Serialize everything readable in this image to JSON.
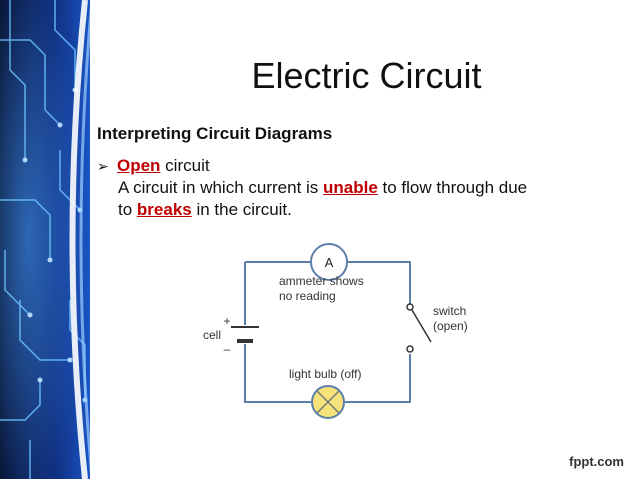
{
  "title": "Electric Circuit",
  "subtitle": "Interpreting Circuit Diagrams",
  "bullet": {
    "marker": "➢",
    "term": "Open",
    "term_rest": " circuit",
    "line1_pre": "A circuit in which current is ",
    "line1_em": "unable",
    "line1_post": " to flow through due",
    "line2_pre": "to ",
    "line2_em": "breaks",
    "line2_post": " in the circuit."
  },
  "diagram": {
    "ammeter_symbol": "A",
    "ammeter_label_1": "ammeter shows",
    "ammeter_label_2": "no reading",
    "switch_label_1": "switch",
    "switch_label_2": "(open)",
    "cell_label": "cell",
    "cell_plus": "+",
    "cell_minus": "–",
    "bulb_label": "light bulb (off)"
  },
  "watermark": "fppt.com",
  "colors": {
    "wire": "#5b7fa8",
    "red_emphasis": "#c00000",
    "bulb_fill": "#f5e27a",
    "deco_dark": "#0a1a4a",
    "deco_glow": "#2f6fd6"
  }
}
